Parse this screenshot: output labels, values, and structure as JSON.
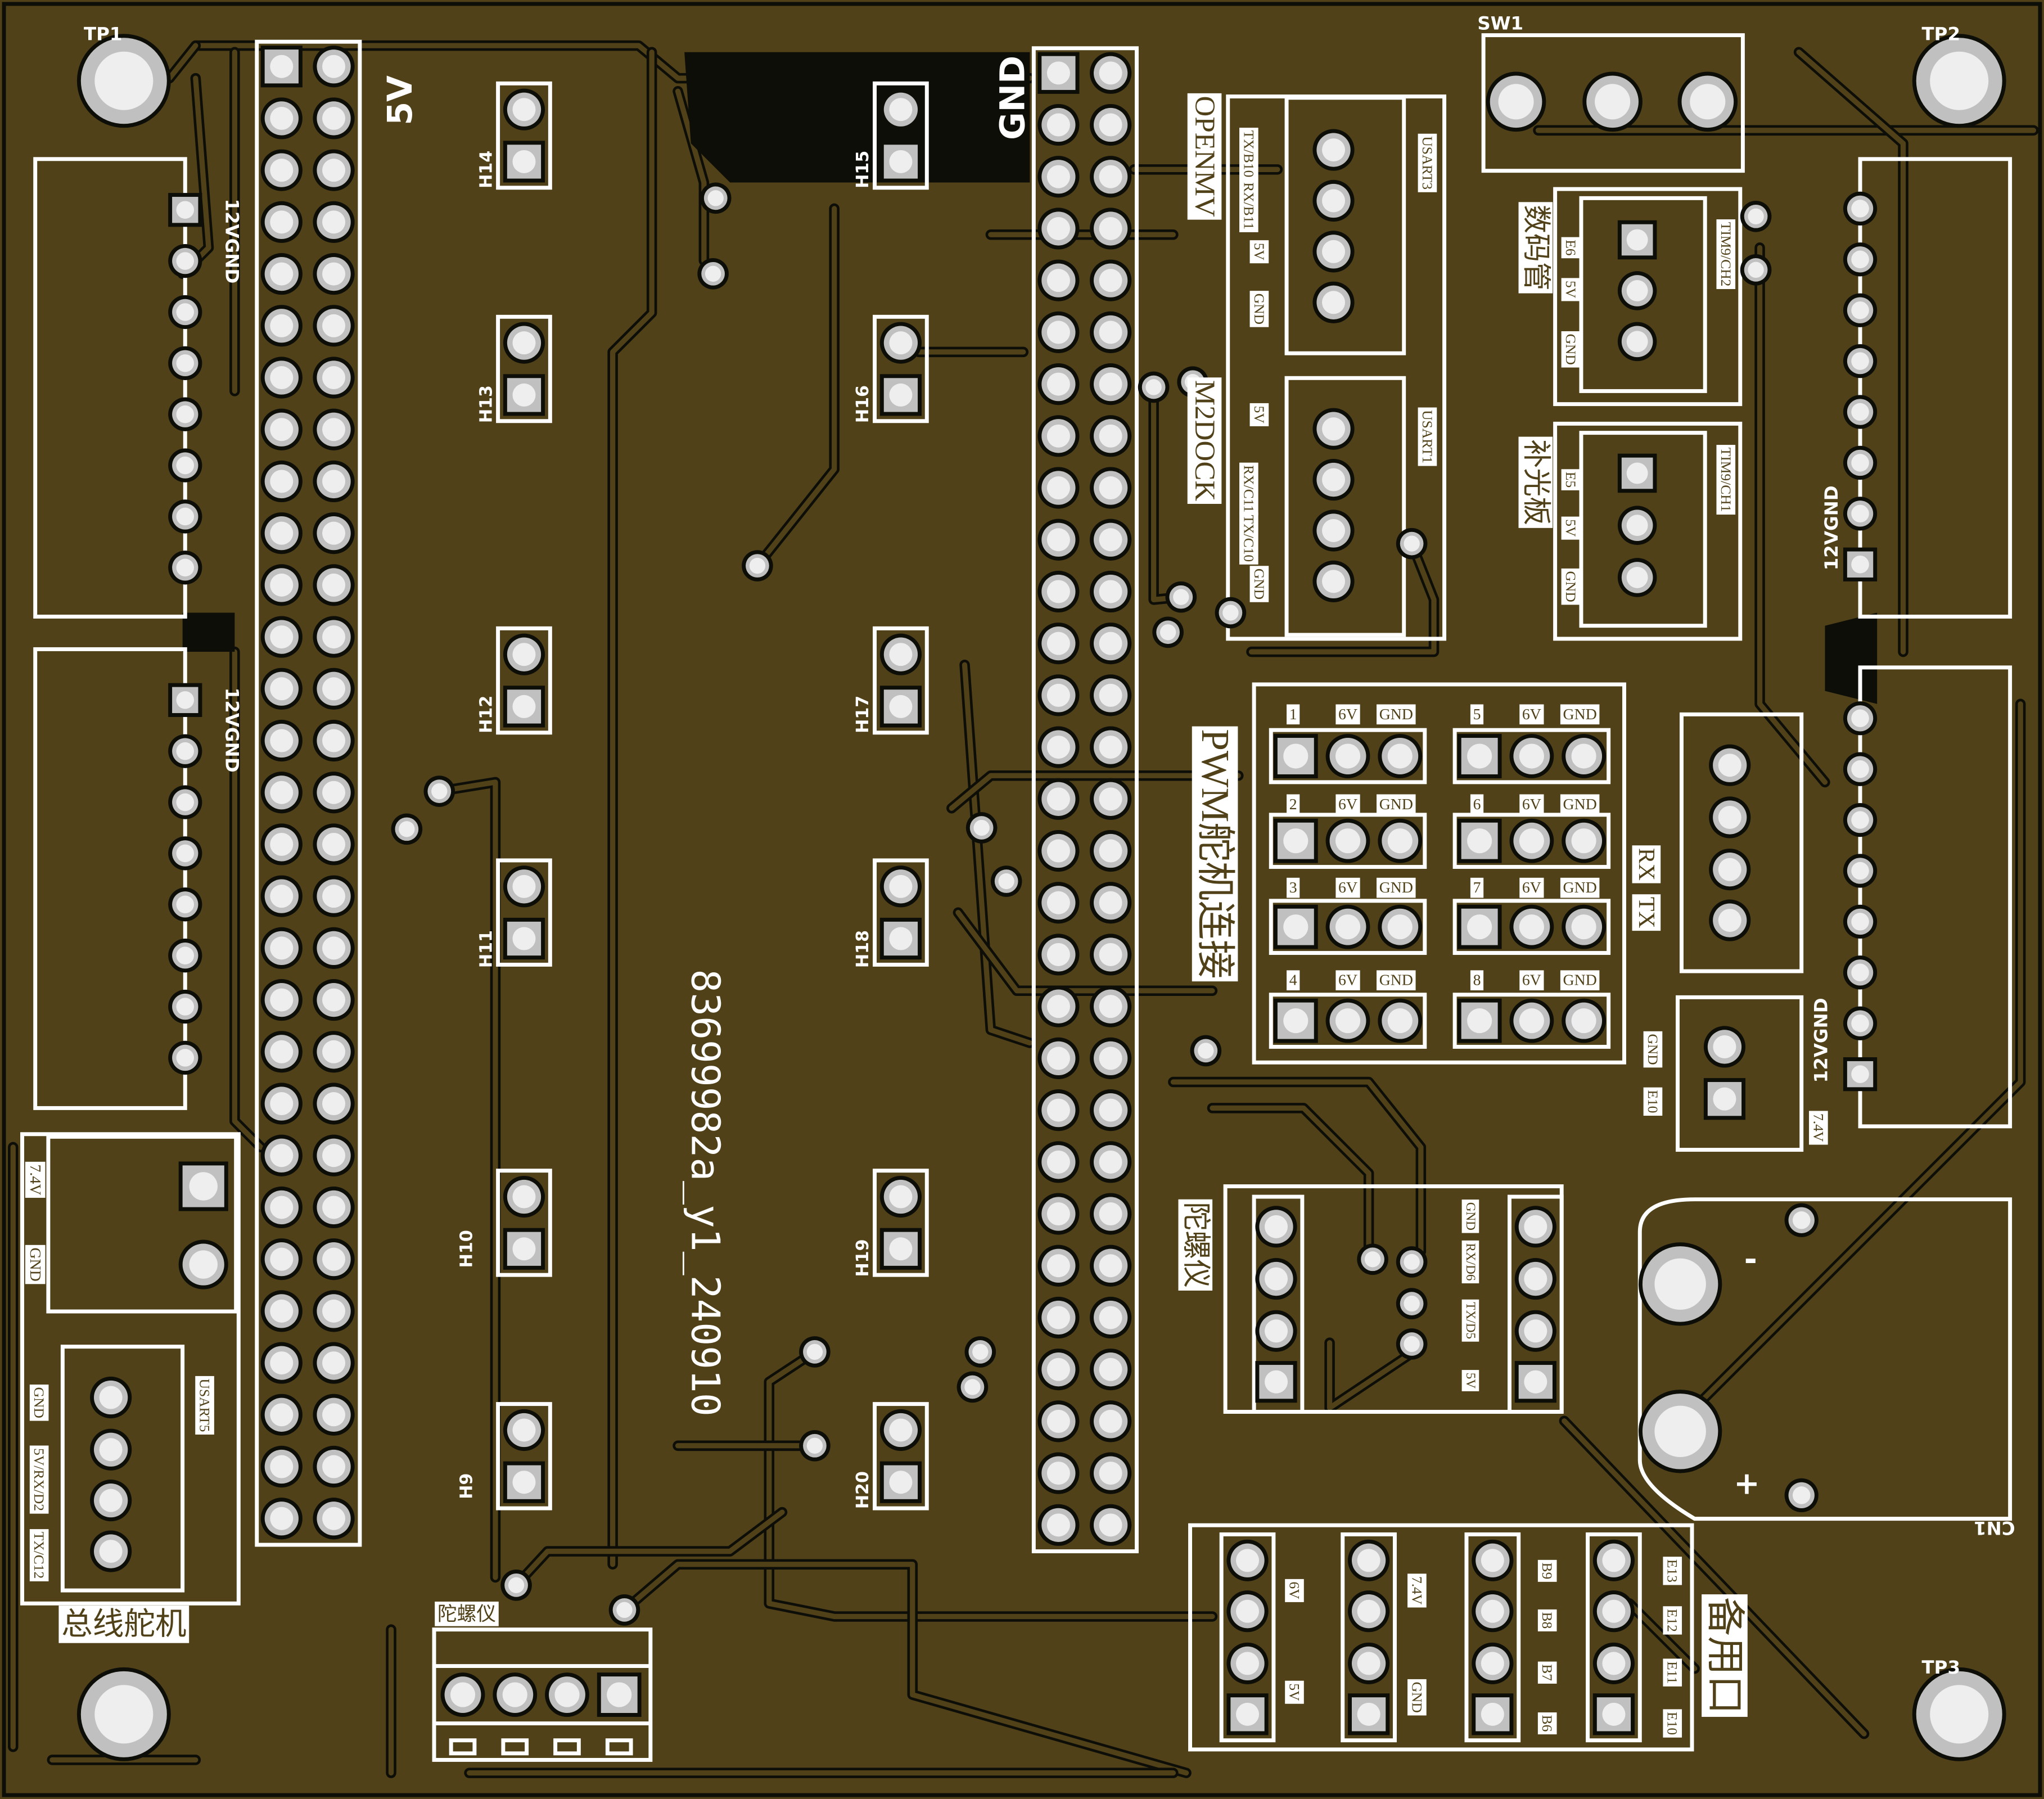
{
  "board": {
    "id_text": "83699982a_y1_240910",
    "colors": {
      "substrate": "#504118",
      "silkscreen": "#ffffff",
      "pad_ring": "#c0c0c0",
      "pad_hole": "#eeeeee",
      "clearance": "#0e0e08"
    }
  },
  "test_points": [
    "TP1",
    "TP2",
    "TP3"
  ],
  "switch": {
    "ref": "SW1"
  },
  "battery": {
    "ref": "CN1",
    "minus": "-",
    "plus": "+"
  },
  "headers": {
    "left_power": "5V",
    "center_ground": "GND"
  },
  "jumpers": {
    "left": [
      "H14",
      "H13",
      "H12",
      "H11",
      "H10",
      "H9"
    ],
    "right": [
      "H15",
      "H16",
      "H17",
      "H18",
      "H19",
      "H20"
    ]
  },
  "power_connectors": {
    "label": "12VGND"
  },
  "bus_servo": {
    "title": "总线舵机",
    "power_pins": [
      "7.4V",
      "GND"
    ],
    "uart": "USART5",
    "pins": [
      "GND",
      "5V/RX/D2",
      "TX/C12"
    ]
  },
  "gyro_bottom": {
    "title": "陀螺仪"
  },
  "openmv": {
    "title": "OPENMV",
    "uart": "USART3",
    "pins": [
      "TX/B10",
      "RX/B11",
      "5V",
      "GND"
    ]
  },
  "m2dock": {
    "title": "M2DOCK",
    "uart": "USART1",
    "pins": [
      "5V",
      "RX/C11",
      "TX/C10",
      "GND"
    ]
  },
  "display": {
    "title": "数码管",
    "timer": "TIM9/CH2",
    "pins": [
      "E6",
      "5V",
      "GND"
    ]
  },
  "fill_light": {
    "title": "补光板",
    "timer": "TIM9/CH1",
    "pins": [
      "E5",
      "5V",
      "GND"
    ]
  },
  "pwm": {
    "title": "PWM舵机连接",
    "channels": [
      "1",
      "2",
      "3",
      "4",
      "5",
      "6",
      "7",
      "8"
    ],
    "power": "6V",
    "ground": "GND"
  },
  "uart_rxtx": {
    "pins": [
      "RX",
      "TX"
    ]
  },
  "aux_power": {
    "pins": [
      "GND",
      "E10"
    ],
    "voltage": "7.4V"
  },
  "gyro": {
    "title": "陀螺仪",
    "pins": [
      "GND",
      "RX/D6",
      "TX/D5",
      "5V"
    ]
  },
  "spare": {
    "title": "备用口",
    "power": [
      "6V",
      "5V",
      "7.4V",
      "GND"
    ],
    "b_pins": [
      "B9",
      "B8",
      "B7",
      "B6"
    ],
    "e_pins": [
      "E13",
      "E12",
      "E11",
      "E10"
    ]
  }
}
